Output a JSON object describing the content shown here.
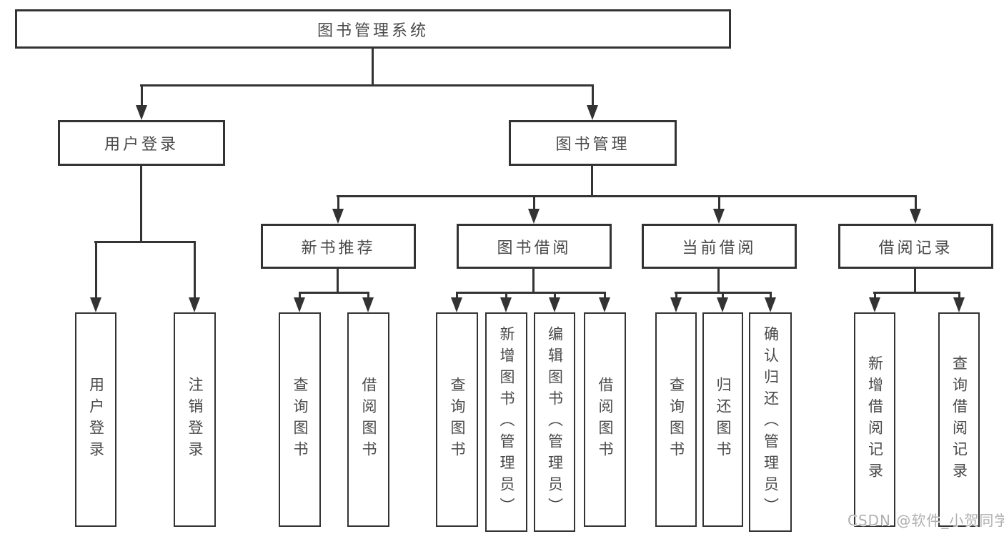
{
  "diagram_title": "图书管理系统",
  "colors": {
    "line": "#333333",
    "text": "#4a4a4a",
    "background": "#ffffff",
    "watermark": "#b0b0b0"
  },
  "nodes": [
    {
      "id": "root",
      "label": "图书管理系统",
      "level": 1
    },
    {
      "id": "user-login",
      "label": "用户登录",
      "level": 2
    },
    {
      "id": "book-management",
      "label": "图书管理",
      "level": 2
    },
    {
      "id": "new-book-recommend",
      "label": "新书推荐",
      "level": 3
    },
    {
      "id": "book-borrow",
      "label": "图书借阅",
      "level": 3
    },
    {
      "id": "current-borrow",
      "label": "当前借阅",
      "level": 3
    },
    {
      "id": "borrow-records",
      "label": "借阅记录",
      "level": 3
    },
    {
      "id": "leaf-user-login",
      "label": "用户登录",
      "level": 4,
      "parent": "用户登录"
    },
    {
      "id": "leaf-logout",
      "label": "注销登录",
      "level": 4,
      "parent": "用户登录"
    },
    {
      "id": "leaf-query-books-1",
      "label": "查询图书",
      "level": 4,
      "parent": "新书推荐"
    },
    {
      "id": "leaf-borrow-books-1",
      "label": "借阅图书",
      "level": 4,
      "parent": "新书推荐"
    },
    {
      "id": "leaf-query-books-2",
      "label": "查询图书",
      "level": 4,
      "parent": "图书借阅"
    },
    {
      "id": "leaf-add-book-admin",
      "label": "新增图书（管理员）",
      "level": 4,
      "parent": "图书借阅"
    },
    {
      "id": "leaf-edit-book-admin",
      "label": "编辑图书（管理员）",
      "level": 4,
      "parent": "图书借阅"
    },
    {
      "id": "leaf-borrow-books-2",
      "label": "借阅图书",
      "level": 4,
      "parent": "图书借阅"
    },
    {
      "id": "leaf-query-books-3",
      "label": "查询图书",
      "level": 4,
      "parent": "当前借阅"
    },
    {
      "id": "leaf-return-book",
      "label": "归还图书",
      "level": 4,
      "parent": "当前借阅"
    },
    {
      "id": "leaf-confirm-return-admin",
      "label": "确认归还（管理员）",
      "level": 4,
      "parent": "当前借阅"
    },
    {
      "id": "leaf-add-borrow-record",
      "label": "新增借阅记录",
      "level": 4,
      "parent": "借阅记录"
    },
    {
      "id": "leaf-query-borrow-record",
      "label": "查询借阅记录",
      "level": 4,
      "parent": "借阅记录"
    }
  ],
  "watermark": {
    "text": "CSDN @软件_小贺同学"
  }
}
